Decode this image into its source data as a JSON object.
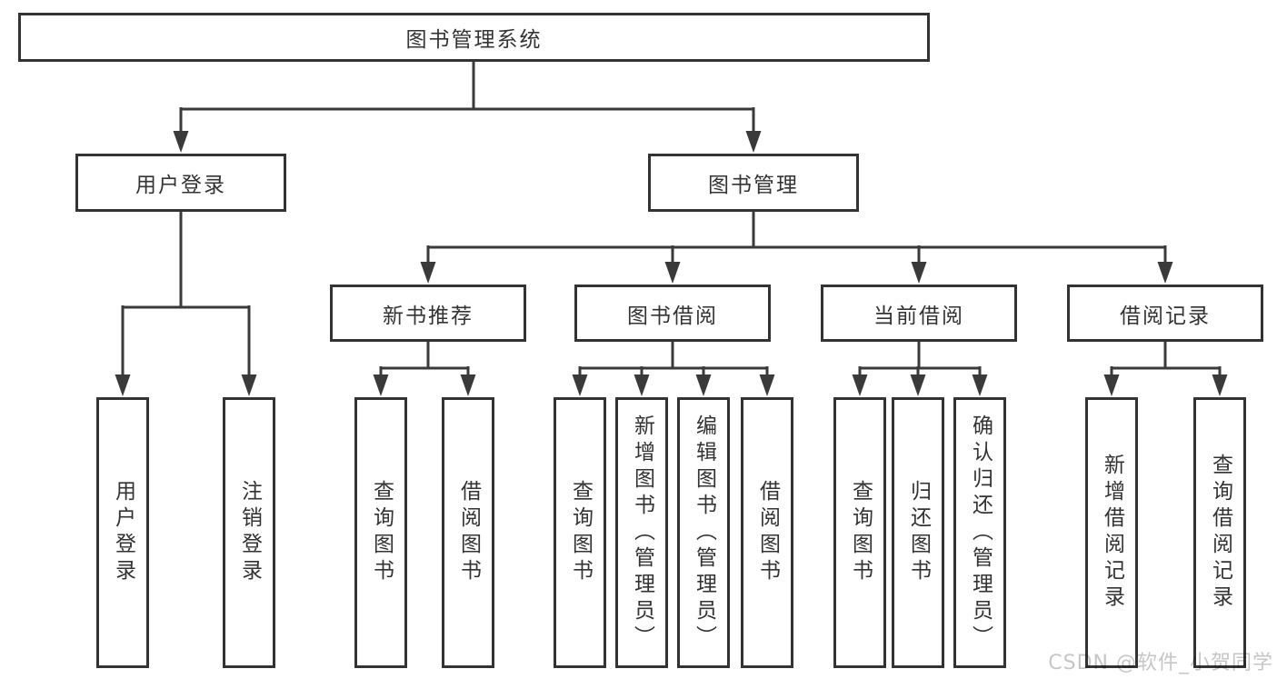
{
  "nodes": {
    "root": "图书管理系统",
    "user_login": "用户登录",
    "book_management": "图书管理",
    "new_book_recommend": "新书推荐",
    "book_borrow": "图书借阅",
    "current_borrow": "当前借阅",
    "borrow_record": "借阅记录",
    "leaf_user_login": "用户登录",
    "leaf_logout_login": "注销登录",
    "recommend_query_book": "查询图书",
    "recommend_borrow_book": "借阅图书",
    "borrow_query_book": "查询图书",
    "borrow_add_book": "新增图书（管理员）",
    "borrow_edit_book": "编辑图书（管理员）",
    "borrow_borrow_book": "借阅图书",
    "current_query_book": "查询图书",
    "current_return_book": "归还图书",
    "current_confirm_return": "确认归还（管理员）",
    "record_add_record": "新增借阅记录",
    "record_query_record": "查询借阅记录"
  },
  "watermark": "CSDN @软件_小贺同学",
  "colors": {
    "line": "#3a3a3a",
    "border": "#333333",
    "text": "#333333",
    "background": "#ffffff",
    "watermark": "#c6c6c6"
  }
}
